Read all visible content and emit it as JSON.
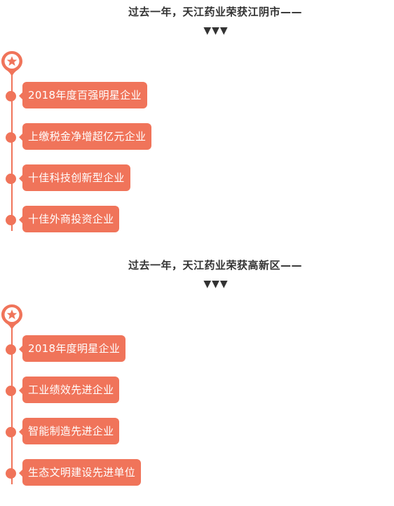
{
  "sections": [
    {
      "title": "过去一年，天江药业荣获江阴市——",
      "arrows": "▼▼▼",
      "items": [
        "2018年度百强明星企业",
        "上缴税金净增超亿元企业",
        "十佳科技创新型企业",
        "十佳外商投资企业"
      ]
    },
    {
      "title": "过去一年，天江药业荣获高新区——",
      "arrows": "▼▼▼",
      "items": [
        "2018年度明星企业",
        "工业绩效先进企业",
        "智能制造先进企业",
        "生态文明建设先进单位"
      ]
    }
  ],
  "pin_icon": "star-pin-icon",
  "colors": {
    "accent": "#f0745a",
    "title_text": "#333333",
    "label_text": "#ffffff"
  }
}
